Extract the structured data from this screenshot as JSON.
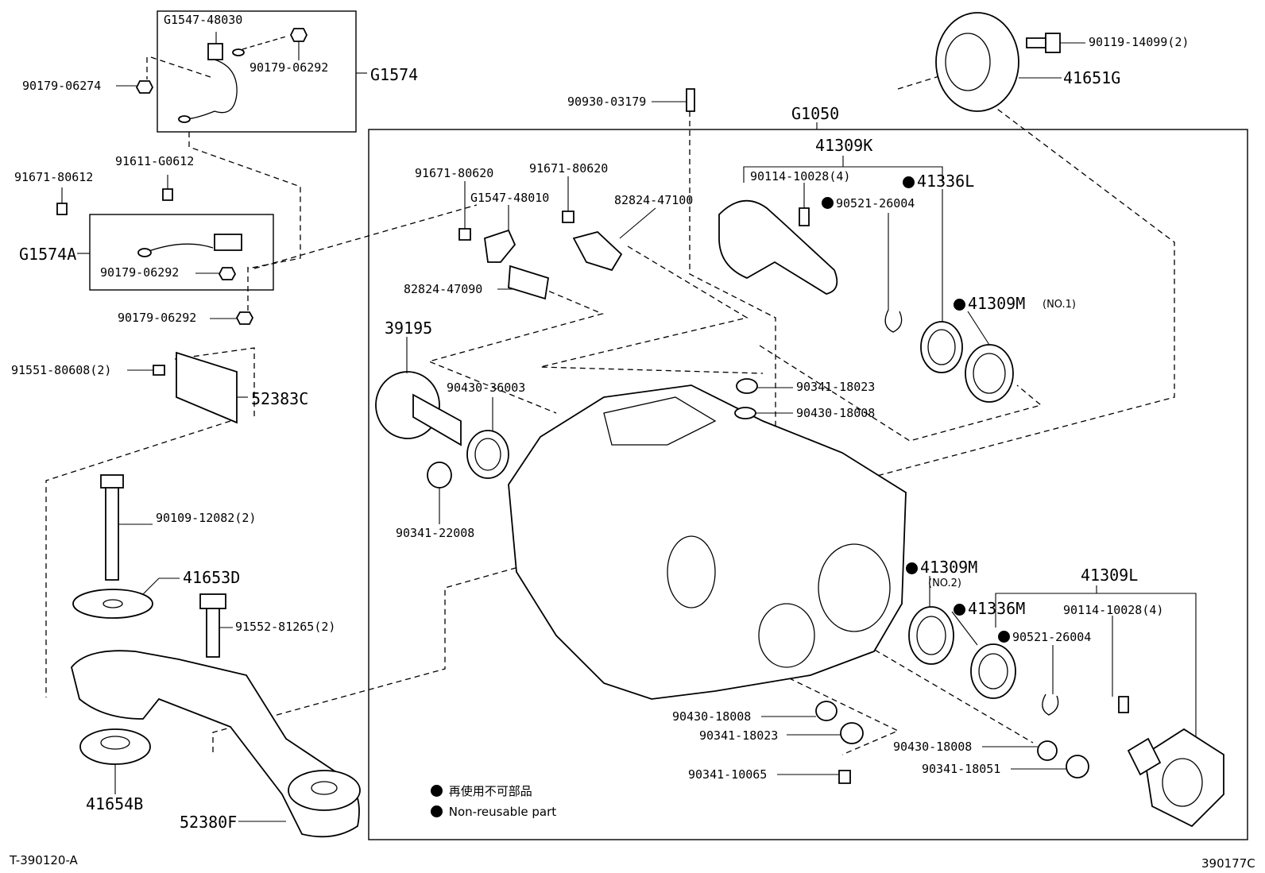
{
  "diagram": {
    "figure_code": "T-390120-A",
    "figure_number": "390177C",
    "legend": {
      "non_reusable_jp": "再使用不可部品",
      "non_reusable_en": "Non-reusable part"
    },
    "groups": {
      "g1574": "G1574",
      "g1574a": "G1574A",
      "g1050": "G1050",
      "k41309": "41309K",
      "l41309": "41309L"
    },
    "parts": {
      "p_g1547_48030": "G1547-48030",
      "p_90179_06292_a": "90179-06292",
      "p_90179_06274": "90179-06274",
      "p_91611_g0612": "91611-G0612",
      "p_91671_80612": "91671-80612",
      "p_90179_06292_b": "90179-06292",
      "p_90179_06292_c": "90179-06292",
      "p_91551_80608": "91551-80608(2)",
      "p_52383c": "52383C",
      "p_90109_12082": "90109-12082(2)",
      "p_41653d": "41653D",
      "p_91552_81265": "91552-81265(2)",
      "p_41654b": "41654B",
      "p_52380f": "52380F",
      "p_90930_03179": "90930-03179",
      "p_91671_80620_a": "91671-80620",
      "p_91671_80620_b": "91671-80620",
      "p_g1547_48010": "G1547-48010",
      "p_82824_47100": "82824-47100",
      "p_82824_47090": "82824-47090",
      "p_39195": "39195",
      "p_90430_36003": "90430-36003",
      "p_90341_22008": "90341-22008",
      "p_90119_14099": "90119-14099(2)",
      "p_41651g": "41651G",
      "p_90114_10028_a": "90114-10028(4)",
      "p_41336l": "41336L",
      "p_90521_26004_a": "90521-26004",
      "p_41309m_1": "41309M",
      "p_no1": "(NO.1)",
      "p_90341_18023_a": "90341-18023",
      "p_90430_18008_a": "90430-18008",
      "p_41309m_2": "41309M",
      "p_no2": "(NO.2)",
      "p_41336m": "41336M",
      "p_90114_10028_b": "90114-10028(4)",
      "p_90521_26004_b": "90521-26004",
      "p_90430_18008_b": "90430-18008",
      "p_90341_18023_b": "90341-18023",
      "p_90341_10065": "90341-10065",
      "p_90430_18008_c": "90430-18008",
      "p_90341_18051": "90341-18051"
    }
  }
}
